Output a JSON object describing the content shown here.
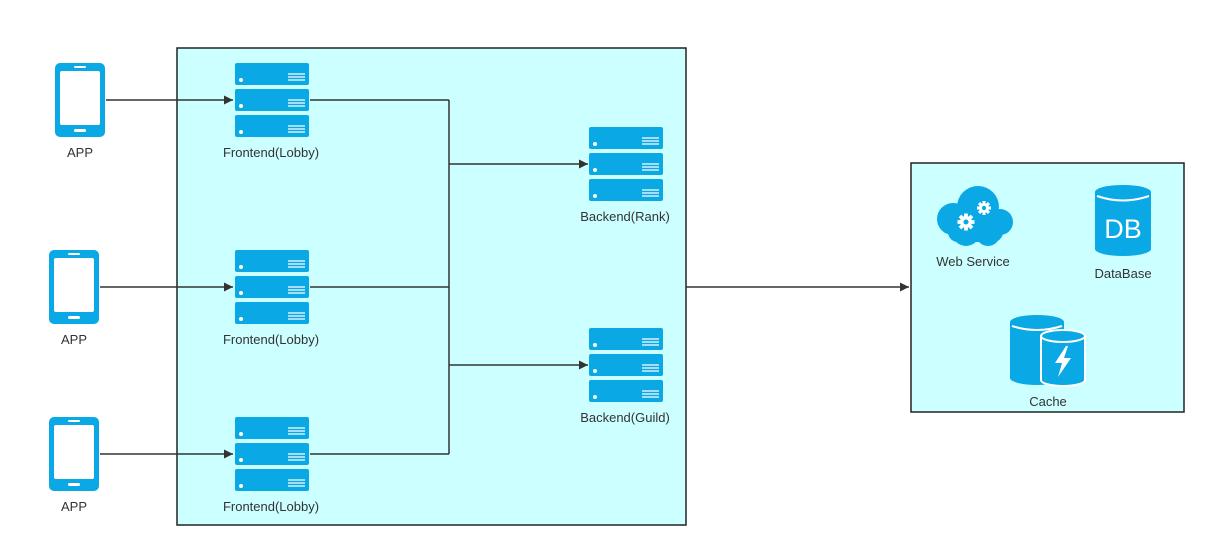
{
  "colors": {
    "accent": "#0aa9e6",
    "panel_fill": "#ccffff",
    "line": "#333333"
  },
  "apps": [
    {
      "label": "APP"
    },
    {
      "label": "APP"
    },
    {
      "label": "APP"
    }
  ],
  "frontends": [
    {
      "label": "Frontend(Lobby)"
    },
    {
      "label": "Frontend(Lobby)"
    },
    {
      "label": "Frontend(Lobby)"
    }
  ],
  "backends": [
    {
      "label": "Backend(Rank)"
    },
    {
      "label": "Backend(Guild)"
    }
  ],
  "services": {
    "web_service": {
      "label": "Web Service"
    },
    "database": {
      "label": "DataBase",
      "icon_text": "DB"
    },
    "cache": {
      "label": "Cache"
    }
  }
}
